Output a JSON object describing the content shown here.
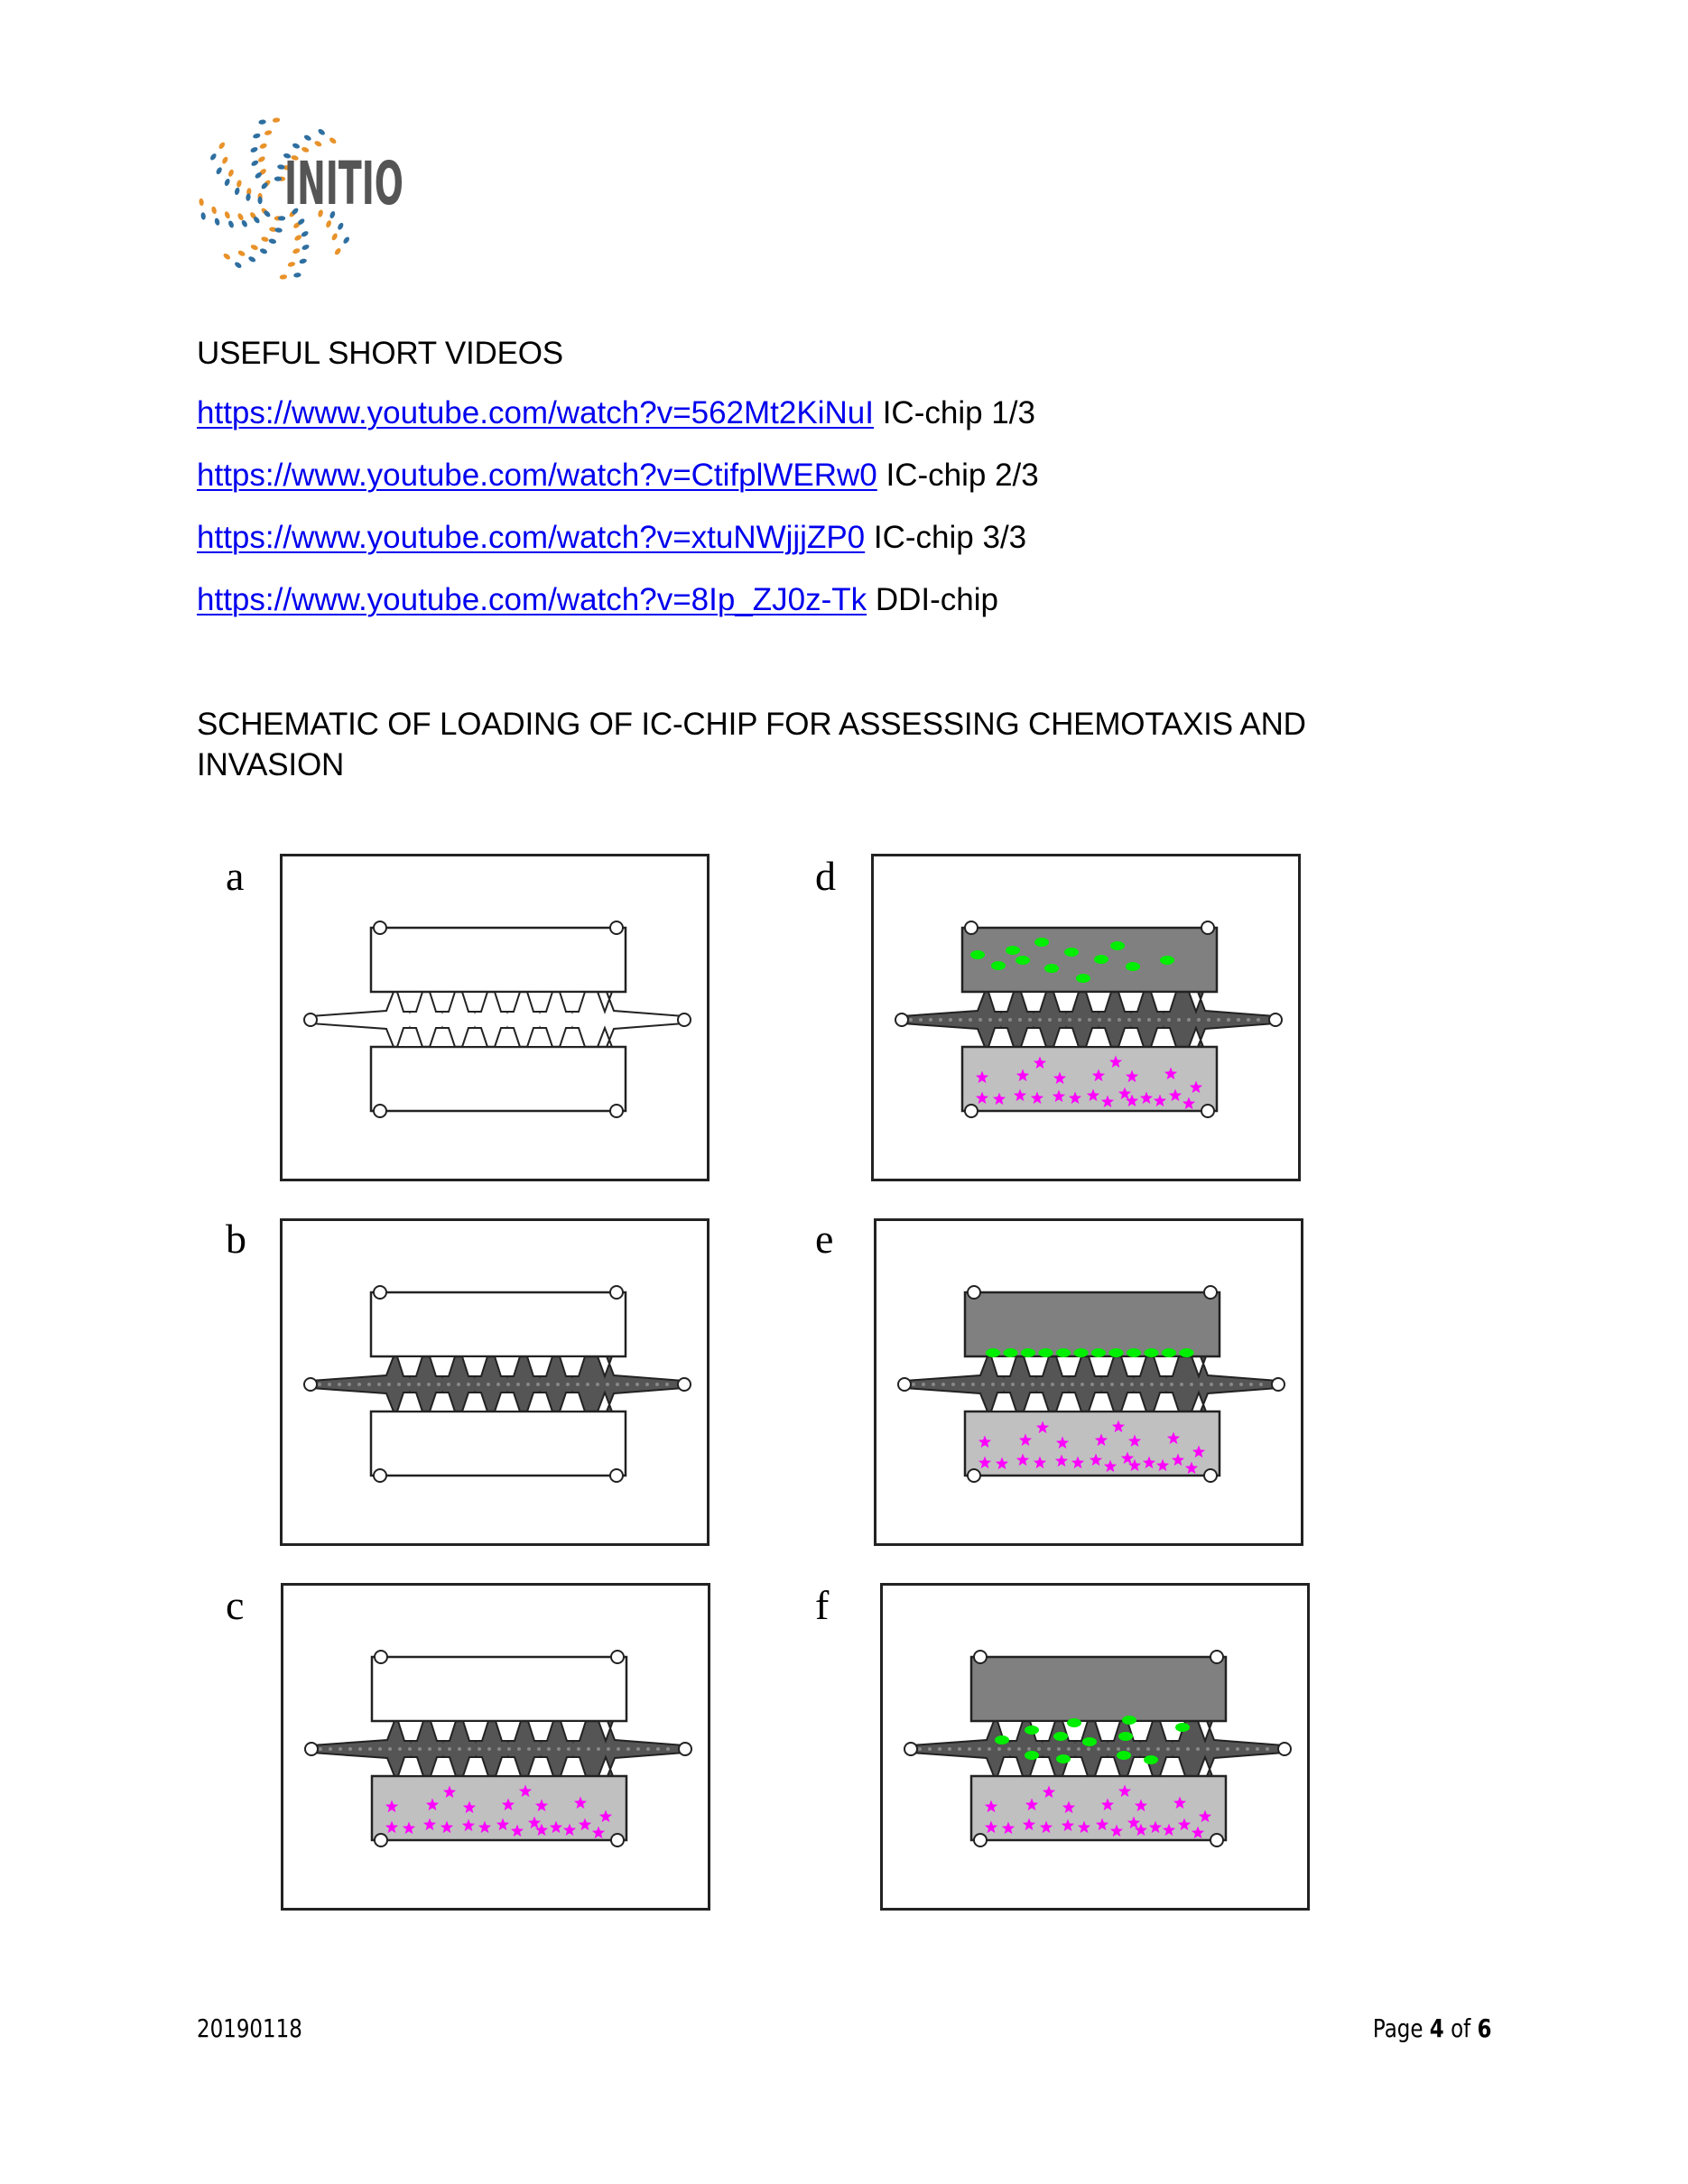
{
  "logo": {
    "text": "INITIO",
    "colors": {
      "text": "#555555",
      "orange": "#e8922a",
      "blue": "#2f6fa0"
    }
  },
  "videos": {
    "heading": "USEFUL SHORT VIDEOS",
    "items": [
      {
        "url": "https://www.youtube.com/watch?v=562Mt2KiNuI",
        "label": "IC-chip 1/3"
      },
      {
        "url": "https://www.youtube.com/watch?v=CtifplWERw0",
        "label": "IC-chip 2/3"
      },
      {
        "url": "https://www.youtube.com/watch?v=xtuNWjjjZP0",
        "label": "IC-chip 3/3"
      },
      {
        "url": "https://www.youtube.com/watch?v=8Ip_ZJ0z-Tk",
        "label": "DDI-chip"
      }
    ]
  },
  "schematic": {
    "heading_line1": "SCHEMATIC OF LOADING OF IC-CHIP FOR ASSESSING CHEMOTAXIS AND",
    "heading_line2": "INVASION",
    "colors": {
      "channel_gel": "#555555",
      "top_chamber_filled": "#808080",
      "bottom_chamber_filled": "#c0c0c0",
      "cells": "#00ee00",
      "chemoattractant": "#ff00ff"
    },
    "panels": [
      {
        "label": "a",
        "gel": false,
        "bottom": false,
        "top": false,
        "cells": "none"
      },
      {
        "label": "b",
        "gel": true,
        "bottom": false,
        "top": false,
        "cells": "none"
      },
      {
        "label": "c",
        "gel": true,
        "bottom": true,
        "top": false,
        "cells": "none"
      },
      {
        "label": "d",
        "gel": true,
        "bottom": true,
        "top": true,
        "cells": "suspended"
      },
      {
        "label": "e",
        "gel": true,
        "bottom": true,
        "top": true,
        "cells": "attached"
      },
      {
        "label": "f",
        "gel": true,
        "bottom": true,
        "top": true,
        "cells": "invading"
      }
    ]
  },
  "footer": {
    "date": "20190118",
    "page_prefix": "Page",
    "page_current": "4",
    "page_of": "of",
    "page_total": "6"
  }
}
